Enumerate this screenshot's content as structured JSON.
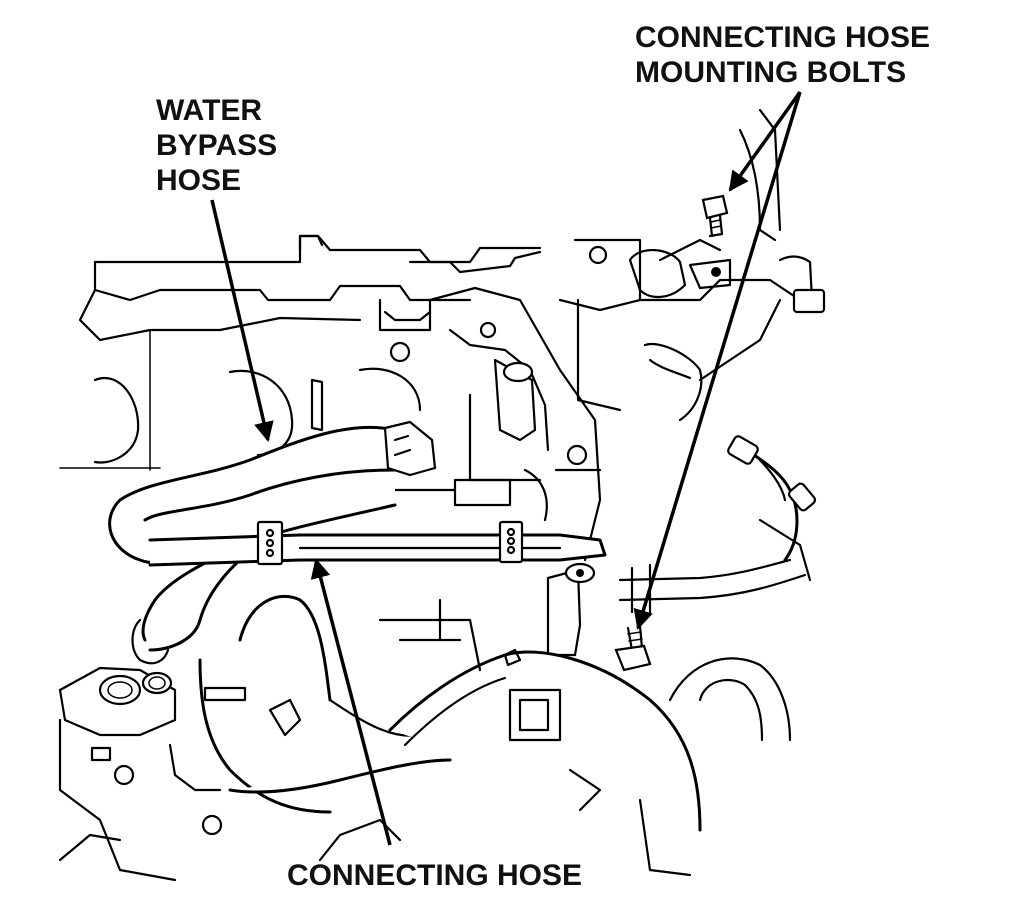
{
  "callouts": {
    "water_bypass_hose": [
      "WATER",
      "BYPASS",
      "HOSE"
    ],
    "connecting_hose_mounting_bolts": [
      "CONNECTING HOSE",
      "MOUNTING BOLTS"
    ],
    "connecting_hose": [
      "CONNECTING HOSE"
    ]
  },
  "colors": {
    "ink": "#000000",
    "background": "#ffffff"
  }
}
